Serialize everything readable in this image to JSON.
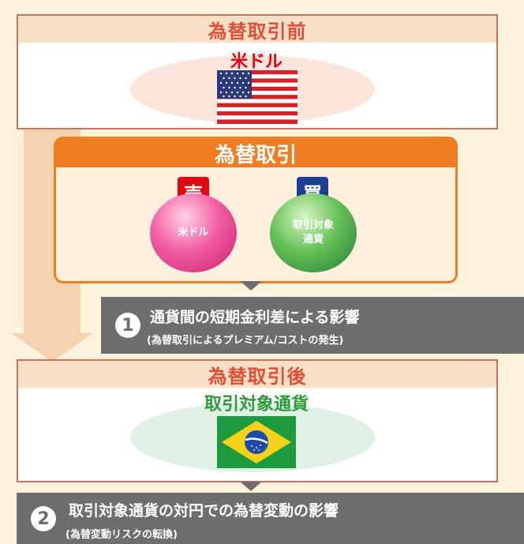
{
  "before": {
    "header": "為替取引前",
    "currency_label": "米ドル",
    "flag": "us-flag-icon"
  },
  "trade": {
    "header": "為替取引",
    "sell_badge": "売",
    "buy_badge": "買",
    "sell_sphere": "米ドル",
    "buy_sphere_line1": "取引対象",
    "buy_sphere_line2": "通貨"
  },
  "step1": {
    "number": "1",
    "main": "通貨間の短期金利差による影響",
    "sub": "(為替取引によるプレミアム/コストの発生)"
  },
  "after": {
    "header": "為替取引後",
    "currency_label": "取引対象通貨",
    "flag": "brazil-flag-icon"
  },
  "step2": {
    "number": "2",
    "main": "取引対象通貨の対円での為替変動の影響",
    "sub": "(為替変動リスクの転換)"
  },
  "colors": {
    "header_text": "#e24d35",
    "orange": "#ee7e21",
    "gray_bar": "#6e6e70",
    "sell_red": "#e60012",
    "buy_blue": "#1d3f8f",
    "green_label": "#2e9a3a"
  }
}
